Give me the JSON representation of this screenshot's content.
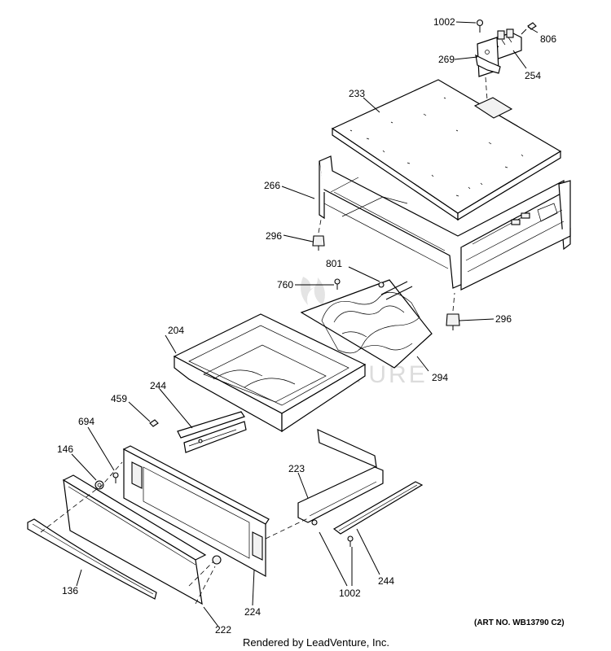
{
  "watermark": "LEADVENTURE",
  "art_number": "(ART NO. WB13790 C2)",
  "footer": "Rendered by LeadVenture, Inc.",
  "callouts": {
    "c1002_top": "1002",
    "c806": "806",
    "c269": "269",
    "c254": "254",
    "c233": "233",
    "c266": "266",
    "c296_left": "296",
    "c801": "801",
    "c760": "760",
    "c296_right": "296",
    "c204": "204",
    "c294": "294",
    "c244_upper": "244",
    "c459": "459",
    "c694": "694",
    "c146": "146",
    "c223": "223",
    "c136": "136",
    "c224": "224",
    "c1002_bottom": "1002",
    "c244_lower": "244",
    "c222": "222"
  }
}
